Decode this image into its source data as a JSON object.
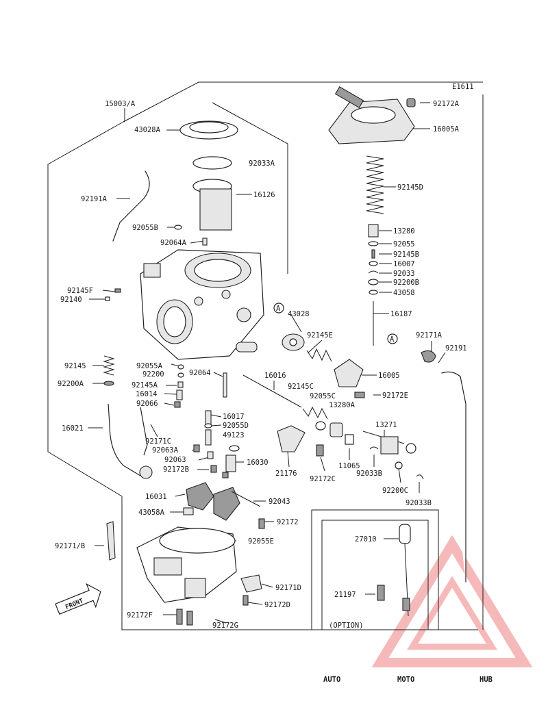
{
  "diagram": {
    "ref_code": "E1611",
    "option_label": "(OPTION)",
    "front_label": "FRONT",
    "ref_marker": "A",
    "labels": {
      "p15003A": "15003/A",
      "p43028A": "43028A",
      "p92033A": "92033A",
      "p16126": "16126",
      "p92191A": "92191A",
      "p92055B": "92055B",
      "p92064A": "92064A",
      "p92145F": "92145F",
      "p92140": "92140",
      "p43028": "43028",
      "p92145E": "92145E",
      "p92172A": "92172A",
      "p16005A": "16005A",
      "p92145D": "92145D",
      "p13280": "13280",
      "p92055": "92055",
      "p92145B": "92145B",
      "p16007": "16007",
      "p92033": "92033",
      "p92200B": "92200B",
      "p43058": "43058",
      "p16187": "16187",
      "p92171A": "92171A",
      "p92191": "92191",
      "p92145": "92145",
      "p92200A": "92200A",
      "p92055A": "92055A",
      "p92200": "92200",
      "p92064": "92064",
      "p92145A": "92145A",
      "p16014": "16014",
      "p92066": "92066",
      "p16016": "16016",
      "p16005": "16005",
      "p92145C": "92145C",
      "p92055C": "92055C",
      "p92172E": "92172E",
      "p13280A": "13280A",
      "p13271": "13271",
      "p16021": "16021",
      "p92171C": "92171C",
      "p16017": "16017",
      "p92055D": "92055D",
      "p49123": "49123",
      "p92063A": "92063A",
      "p92063": "92063",
      "p92172B": "92172B",
      "p16030": "16030",
      "p21176": "21176",
      "p92172C": "92172C",
      "p11065": "11065",
      "p92033B": "92033B",
      "p92200C": "92200C",
      "p92033B2": "92033B",
      "p16031": "16031",
      "p92043": "92043",
      "p43058A": "43058A",
      "p92172": "92172",
      "p92055E": "92055E",
      "p92171B": "92171/B",
      "p27010": "27010",
      "p21197": "21197",
      "p92171D": "92171D",
      "p92172D": "92172D",
      "p92172F": "92172F",
      "p92172G": "92172G"
    }
  },
  "watermark": {
    "part1": "AUTO",
    "part2": "MOTO",
    "part3": "HUB",
    "colors": {
      "auto": "#f5b04a",
      "moto": "#f07070",
      "hub": "#4a4a4a",
      "triangle": "#f08080"
    }
  }
}
